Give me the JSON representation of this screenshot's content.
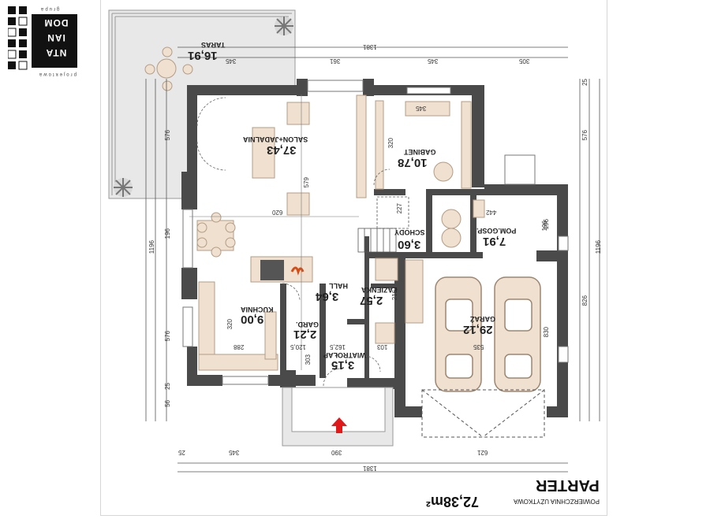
{
  "logo": {
    "line1": "DOM",
    "line2": "IAN",
    "line3": "NTA",
    "side_top": "grupa",
    "side_bottom": "projektowa"
  },
  "rooms": {
    "taras": {
      "name": "TARAS",
      "area": "16,91"
    },
    "salon": {
      "name": "SALON+JADALNIA",
      "area": "37,43"
    },
    "gabinet": {
      "name": "GABINET",
      "area": "10,78"
    },
    "schody": {
      "name": "SCHODY",
      "area": "3,60"
    },
    "pom_gosp": {
      "name": "POM.GOSP.",
      "area": "7,91"
    },
    "kuchnia": {
      "name": "KUCHNIA",
      "area": "9,00"
    },
    "hall": {
      "name": "HALL",
      "area": "3,64"
    },
    "lazienka": {
      "name": "ŁAZIENKA",
      "area": "2,57"
    },
    "gard": {
      "name": "GARD.",
      "area": "2,21"
    },
    "wiatrolap": {
      "name": "WIATROŁAP",
      "area": "3,15"
    },
    "garaz": {
      "name": "GARAŻ",
      "area": "29,12"
    }
  },
  "dimensions": {
    "top_total": "1381",
    "top_a": "345",
    "top_b": "361",
    "top_c": "345",
    "top_d": "305",
    "bottom_a": "25",
    "bottom_b": "345",
    "bottom_c": "390",
    "bottom_d": "621",
    "bottom_total": "1381",
    "left_total": "1196",
    "left_a": "576",
    "left_b": "196",
    "left_c": "576",
    "left_d": "25",
    "left_e": "56",
    "right_total": "1196",
    "right_a": "576",
    "right_b": "196",
    "right_c": "826",
    "right_d": "25",
    "inner_620": "620",
    "inner_579": "579",
    "inner_345": "345",
    "inner_320a": "320",
    "inner_442": "442",
    "inner_196": "196",
    "inner_227": "227",
    "inner_320b": "320",
    "inner_288": "288",
    "inner_216": "216",
    "inner_1205": "120,5",
    "inner_1625": "162,5",
    "inner_103": "103",
    "inner_303": "303",
    "inner_535": "535",
    "inner_830": "830"
  },
  "title": {
    "main": "PARTER",
    "sub": "POWIERZCHNIA UŻYTKOWA",
    "area": "72,38m²"
  },
  "colors": {
    "wall": "#4a4a4a",
    "floor_room": "#ffffff",
    "furniture": "#efe0cf",
    "terrace": "#e4e4e4",
    "entry_arrow": "#e0191b"
  }
}
